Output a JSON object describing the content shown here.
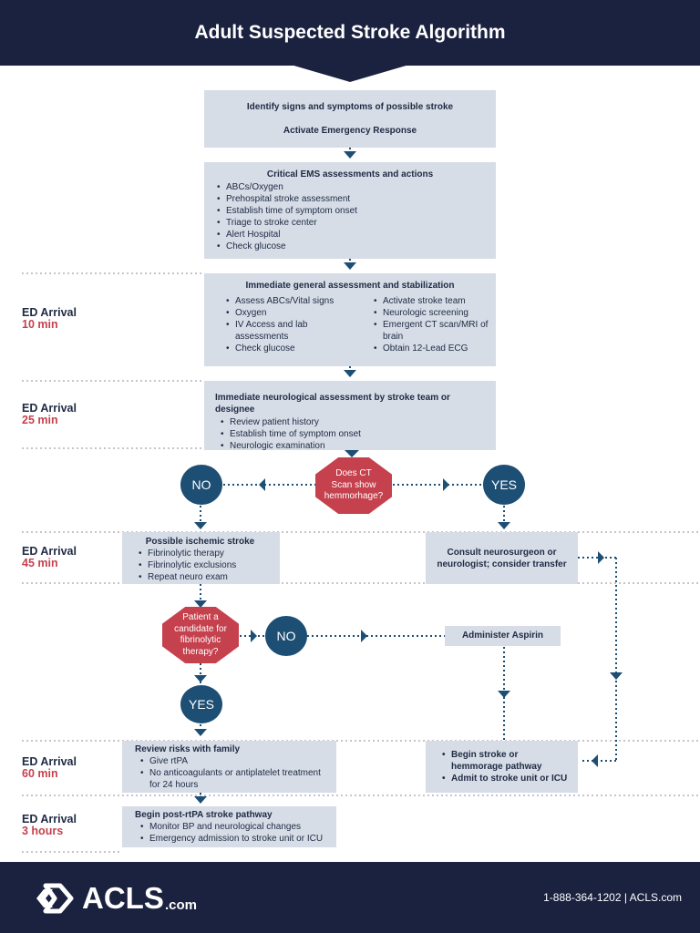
{
  "header": {
    "title": "Adult Suspected Stroke Algorithm"
  },
  "colors": {
    "navy": "#1b2240",
    "box": "#d6dde6",
    "blue": "#1d4e74",
    "red": "#c5414d",
    "dotted": "#c9c3cc"
  },
  "step1": {
    "line1": "Identify signs and symptoms of possible stroke",
    "line2": "Activate Emergency Response"
  },
  "step2": {
    "title": "Critical EMS assessments and actions",
    "items": [
      "ABCs/Oxygen",
      "Prehospital stroke assessment",
      "Establish time of symptom onset",
      "Triage to stroke center",
      "Alert Hospital",
      "Check glucose"
    ]
  },
  "step3": {
    "title": "Immediate general assessment and stabilization",
    "left_items": [
      "Assess ABCs/Vital signs",
      "Oxygen",
      "IV Access and lab assessments",
      "Check glucose"
    ],
    "right_items": [
      "Activate stroke team",
      "Neurologic screening",
      "Emergent CT scan/MRI of brain",
      "Obtain 12-Lead ECG"
    ]
  },
  "step4": {
    "title": "Immediate neurological assessment by stroke team or designee",
    "items": [
      "Review patient history",
      "Establish time of symptom onset",
      "Neurologic examination"
    ]
  },
  "decision_ct": {
    "text": [
      "Does CT",
      "Scan show",
      "hemmorhage?"
    ]
  },
  "no_label": "NO",
  "yes_label": "YES",
  "ischemic": {
    "title": "Possible ischemic stroke",
    "items": [
      "Fibrinolytic therapy",
      "Fibrinolytic exclusions",
      "Repeat neuro exam"
    ]
  },
  "consult": {
    "line1": "Consult neurosurgeon or",
    "line2": "neurologist; consider transfer"
  },
  "decision_candidate": {
    "text": [
      "Patient a",
      "candidate for",
      "fibrinolytic",
      "therapy?"
    ]
  },
  "aspirin": {
    "label": "Administer Aspirin"
  },
  "review": {
    "title": "Review risks with family",
    "items": [
      "Give rtPA",
      "No anticoagulants or antiplatelet treatment for 24 hours"
    ]
  },
  "hemorrhage_pathway": {
    "items": [
      "Begin stroke or hemmorage pathway",
      "Admit to stroke unit or ICU"
    ]
  },
  "post_rtpa": {
    "title": "Begin post-rtPA stroke pathway",
    "items": [
      "Monitor BP and neurological changes",
      "Emergency admission to stroke unit or ICU"
    ]
  },
  "ed_labels": [
    {
      "line1": "ED Arrival",
      "line2": "10 min"
    },
    {
      "line1": "ED Arrival",
      "line2": "25 min"
    },
    {
      "line1": "ED Arrival",
      "line2": "45 min"
    },
    {
      "line1": "ED Arrival",
      "line2": "60 min"
    },
    {
      "line1": "ED Arrival",
      "line2": "3 hours"
    }
  ],
  "footer": {
    "brand": "ACLS",
    "brand_suffix": ".com",
    "contact": "1-888-364-1202 | ACLS.com"
  }
}
